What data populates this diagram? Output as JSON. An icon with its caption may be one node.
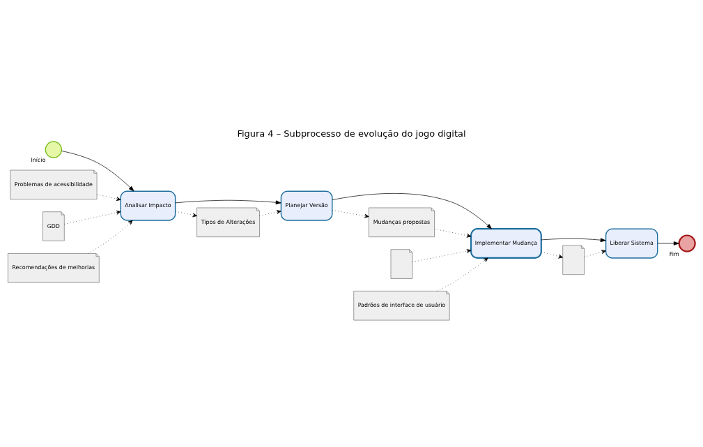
{
  "diagram": {
    "title": "Figura 4 – Subprocesso de evolução do jogo digital",
    "nodes": [
      {
        "text": [
          "Início"
        ]
      },
      {
        "text": [
          "Analisar Impacto"
        ]
      },
      {
        "text": [
          "Planejar Versão"
        ]
      },
      {
        "text": [
          "Implementar Mudança"
        ]
      },
      {
        "text": [
          "Liberar Sistema"
        ]
      },
      {
        "text": [
          "Fim"
        ]
      },
      {
        "text": [
          "Problemas de acessibilidade"
        ]
      },
      {
        "text": [
          "GDD"
        ]
      },
      {
        "text": [
          "Recomendações de melhorias"
        ]
      },
      {
        "text": [
          "Mudanças propostas"
        ]
      },
      {
        "text": [
          "Tipos de Alterações"
        ]
      },
      {
        "text": [],
        "shape": "document"
      },
      {
        "text": [
          "Padrões de interface de usuário"
        ]
      },
      {
        "text": [],
        "shape": "document"
      }
    ],
    "edges": [
      {
        "from": 0,
        "to": 1,
        "arrow": "to"
      },
      {
        "from": 1,
        "to": 2,
        "arrow": "to"
      },
      {
        "from": 2,
        "to": 3,
        "arrow": "to"
      },
      {
        "from": 3,
        "to": 4,
        "arrow": "to"
      },
      {
        "from": 4,
        "to": 5,
        "arrow": "to"
      },
      {
        "from": 7,
        "to": 1,
        "arrow": "to",
        "style": "dashed"
      },
      {
        "from": 6,
        "to": 1,
        "arrow": "to",
        "style": "dashed"
      },
      {
        "from": 8,
        "to": 1,
        "arrow": "to",
        "style": "dashed"
      },
      {
        "from": 1,
        "to": 10,
        "arrow": "to",
        "style": "dashed"
      },
      {
        "from": 10,
        "to": 2,
        "arrow": "to",
        "style": "dashed"
      },
      {
        "from": 2,
        "to": 9,
        "arrow": "to",
        "style": "dashed"
      },
      {
        "from": 9,
        "to": 3,
        "arrow": "to",
        "style": "dashed"
      },
      {
        "from": 11,
        "to": 3,
        "arrow": "to",
        "style": "dashed"
      },
      {
        "from": 12,
        "to": 3,
        "arrow": "to",
        "style": "dashed"
      },
      {
        "from": 3,
        "to": 13,
        "arrow": "to",
        "style": "dashed"
      },
      {
        "from": 13,
        "to": 4,
        "arrow": "to",
        "style": "dashed"
      }
    ]
  }
}
